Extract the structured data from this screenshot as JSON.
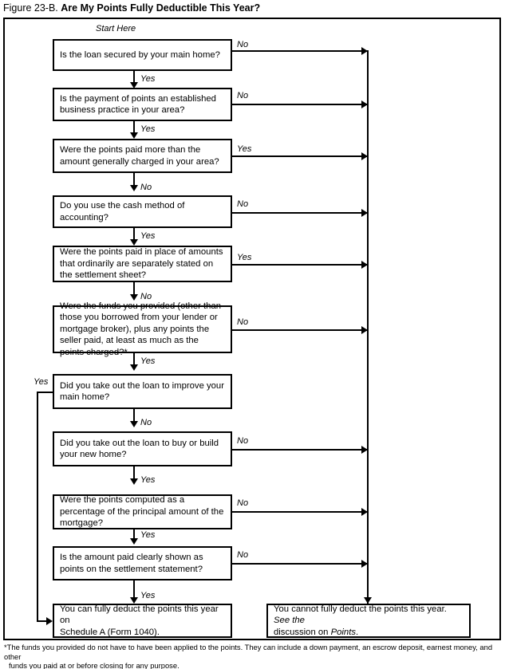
{
  "figure": {
    "label": "Figure 23-B.",
    "title": "Are My Points Fully Deductible This Year?",
    "start_label": "Start Here"
  },
  "labels": {
    "yes": "Yes",
    "no": "No"
  },
  "nodes": [
    {
      "id": "q1",
      "text": "Is the loan secured by your main home?",
      "down_label": "Yes",
      "side_label": "No"
    },
    {
      "id": "q2",
      "text": "Is the payment of points an established business practice in your area?",
      "down_label": "Yes",
      "side_label": "No"
    },
    {
      "id": "q3",
      "text": "Were the points paid more than the amount generally charged in your area?",
      "down_label": "No",
      "side_label": "Yes"
    },
    {
      "id": "q4",
      "text": "Do you use the cash method of accounting?",
      "down_label": "Yes",
      "side_label": "No"
    },
    {
      "id": "q5",
      "text": "Were the points paid in place of amounts that ordinarily are separately stated on the settlement sheet?",
      "down_label": "No",
      "side_label": "Yes"
    },
    {
      "id": "q6",
      "text": "Were the funds you provided (other than those you borrowed from your lender or mortgage broker), plus any points the seller paid, at least as much as the points charged?*",
      "down_label": "Yes",
      "side_label": "No"
    },
    {
      "id": "q7",
      "text": "Did you take out the loan to improve your main home?",
      "down_label": "No",
      "side_label": "Yes"
    },
    {
      "id": "q8",
      "text": "Did you take out the loan to buy or build your new home?",
      "down_label": "Yes",
      "side_label": "No"
    },
    {
      "id": "q9",
      "text": "Were the points computed as a percentage of the principal amount of the mortgage?",
      "down_label": "Yes",
      "side_label": "No"
    },
    {
      "id": "q10",
      "text": "Is the amount paid clearly shown as points on the settlement statement?",
      "down_label": "Yes",
      "side_label": "No"
    }
  ],
  "outcomes": {
    "deductible": {
      "line1": "You can fully deduct the points this year on",
      "line2": "Schedule A (Form 1040)."
    },
    "not_deductible": {
      "part1": "You cannot fully deduct the points this year. ",
      "italic1": "See the",
      "part2": "discussion on ",
      "italic2": "Points",
      "part3": "."
    }
  },
  "footnote": {
    "line1": "*The funds you provided do not have to have been applied to the points. They can include a down payment, an escrow deposit, earnest money, and other",
    "line2": "funds you paid at or before closing for any purpose."
  }
}
